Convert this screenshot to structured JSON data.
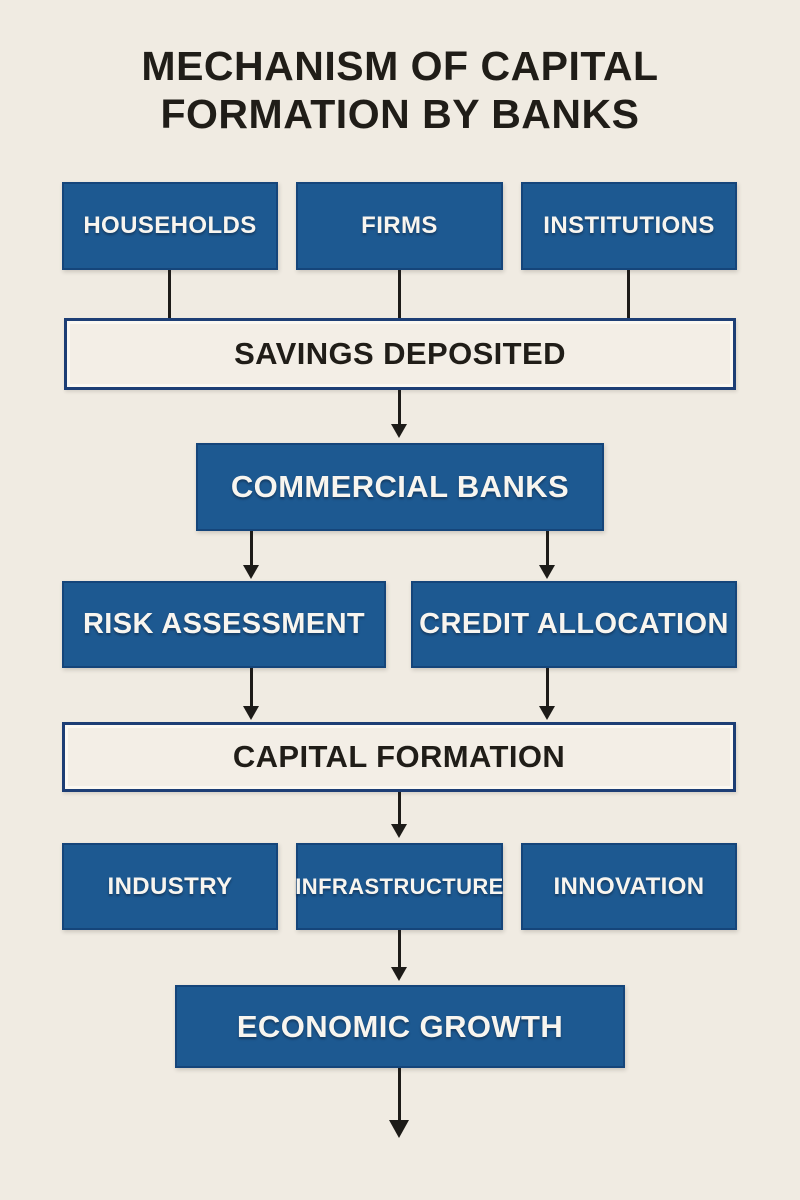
{
  "title": "MECHANISM OF CAPITAL FORMATION BY BANKS",
  "nodes": {
    "households": "HOUSEHOLDS",
    "firms": "FIRMS",
    "institutions": "INSTITUTIONS",
    "savings": "SAVINGS DEPOSITED",
    "banks": "COMMERCIAL BANKS",
    "risk": "RISK ASSESSMENT",
    "credit": "CREDIT ALLOCATION",
    "capital": "CAPITAL FORMATION",
    "industry": "INDUSTRY",
    "infrastructure": "INFRASTRUCTURE",
    "innovation": "INNOVATION",
    "growth": "ECONOMIC GROWTH"
  },
  "edges": [
    {
      "from": "HOUSEHOLDS",
      "to": "SAVINGS DEPOSITED",
      "arrow": false
    },
    {
      "from": "FIRMS",
      "to": "SAVINGS DEPOSITED",
      "arrow": false
    },
    {
      "from": "INSTITUTIONS",
      "to": "SAVINGS DEPOSITED",
      "arrow": false
    },
    {
      "from": "SAVINGS DEPOSITED",
      "to": "COMMERCIAL BANKS",
      "arrow": true
    },
    {
      "from": "COMMERCIAL BANKS",
      "to": "RISK ASSESSMENT",
      "arrow": true
    },
    {
      "from": "COMMERCIAL BANKS",
      "to": "CREDIT ALLOCATION",
      "arrow": true
    },
    {
      "from": "RISK ASSESSMENT",
      "to": "CAPITAL FORMATION",
      "arrow": true
    },
    {
      "from": "CREDIT ALLOCATION",
      "to": "CAPITAL FORMATION",
      "arrow": true
    },
    {
      "from": "CAPITAL FORMATION",
      "to": "INFRASTRUCTURE",
      "arrow": true
    },
    {
      "from": "INFRASTRUCTURE",
      "to": "ECONOMIC GROWTH",
      "arrow": true
    },
    {
      "from": "ECONOMIC GROWTH",
      "to": "(out)",
      "arrow": true
    }
  ],
  "colors": {
    "bg": "#f0ebe2",
    "blue": "#1d5991",
    "blue_border": "#15457a",
    "navy": "#1d3e75",
    "panel": "#f3eee6",
    "ink": "#201d18",
    "arrow": "#1d1b18",
    "box_text": "#f8f5ef"
  }
}
